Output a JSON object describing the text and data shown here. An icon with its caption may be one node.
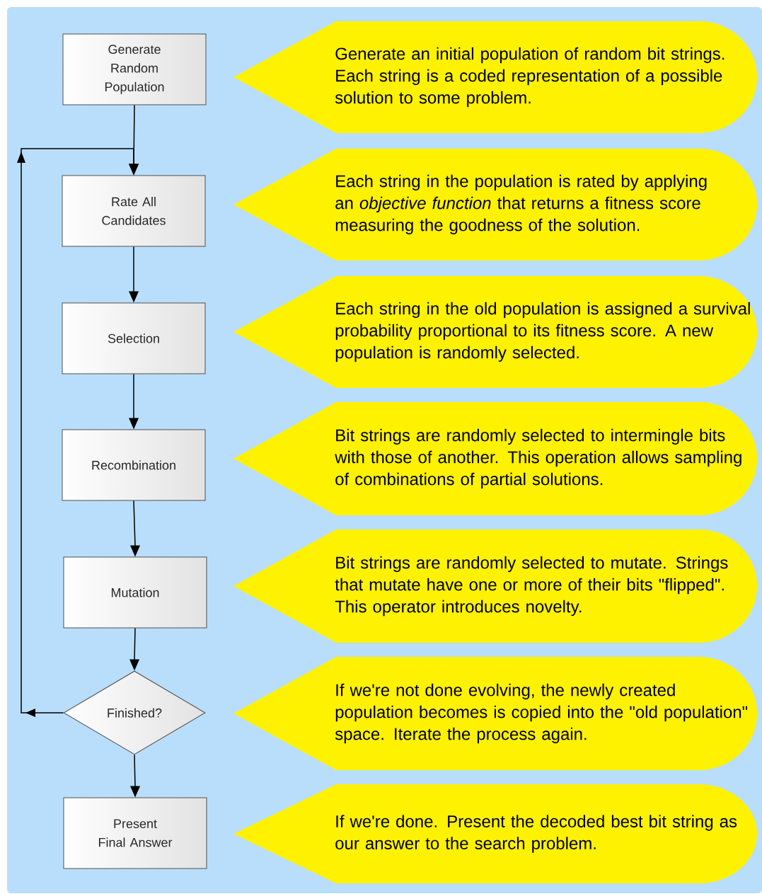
{
  "diagram": {
    "nodes": [
      {
        "text": [
          "Generate Random Population"
        ]
      },
      {
        "text": [
          "Rate All Candidates"
        ]
      },
      {
        "text": [
          "Selection"
        ]
      },
      {
        "text": [
          "Recombination"
        ]
      },
      {
        "text": [
          "Mutation"
        ]
      },
      {
        "text": [
          "Finished?"
        ]
      },
      {
        "text": [
          "Present Final Answer"
        ]
      },
      {
        "text": [
          "Generate an initial population of random bit strings. Each string is a coded representation of a possible solution to some problem."
        ]
      },
      {
        "text": [
          "Each string in the population is rated by applying an *objective function* that returns a fitness score measuring the goodness of the solution."
        ]
      },
      {
        "text": [
          "Each string in the old population is assigned a survival probability proportional to its fitness score.  A new population is randomly selected."
        ]
      },
      {
        "text": [
          "Bit strings are randomly selected to intermingle bits with those of another.  This operation allows sampling of combinations of partial solutions."
        ]
      },
      {
        "text": [
          "Bit strings are randomly selected to mutate. Strings that mutate have one or more of their bits \"flipped\".  This operator introduces novelty."
        ]
      },
      {
        "text": [
          "If we're not done evolving, the newly created population becomes is copied into the \"old population\" space.  Iterate the process again."
        ]
      },
      {
        "text": [
          "If we're done.  Present the decoded best bit string as our answer to the search problem."
        ]
      }
    ],
    "edges": [
      {
        "from": 0,
        "to": 1,
        "arrow": "to"
      },
      {
        "from": 1,
        "to": 2,
        "arrow": "to"
      },
      {
        "from": 2,
        "to": 3,
        "arrow": "to"
      },
      {
        "from": 3,
        "to": 4,
        "arrow": "to"
      },
      {
        "from": 4,
        "to": 5,
        "arrow": "to"
      },
      {
        "from": 5,
        "to": 1,
        "arrow": "to"
      },
      {
        "from": 5,
        "to": 6,
        "arrow": "to"
      }
    ]
  }
}
